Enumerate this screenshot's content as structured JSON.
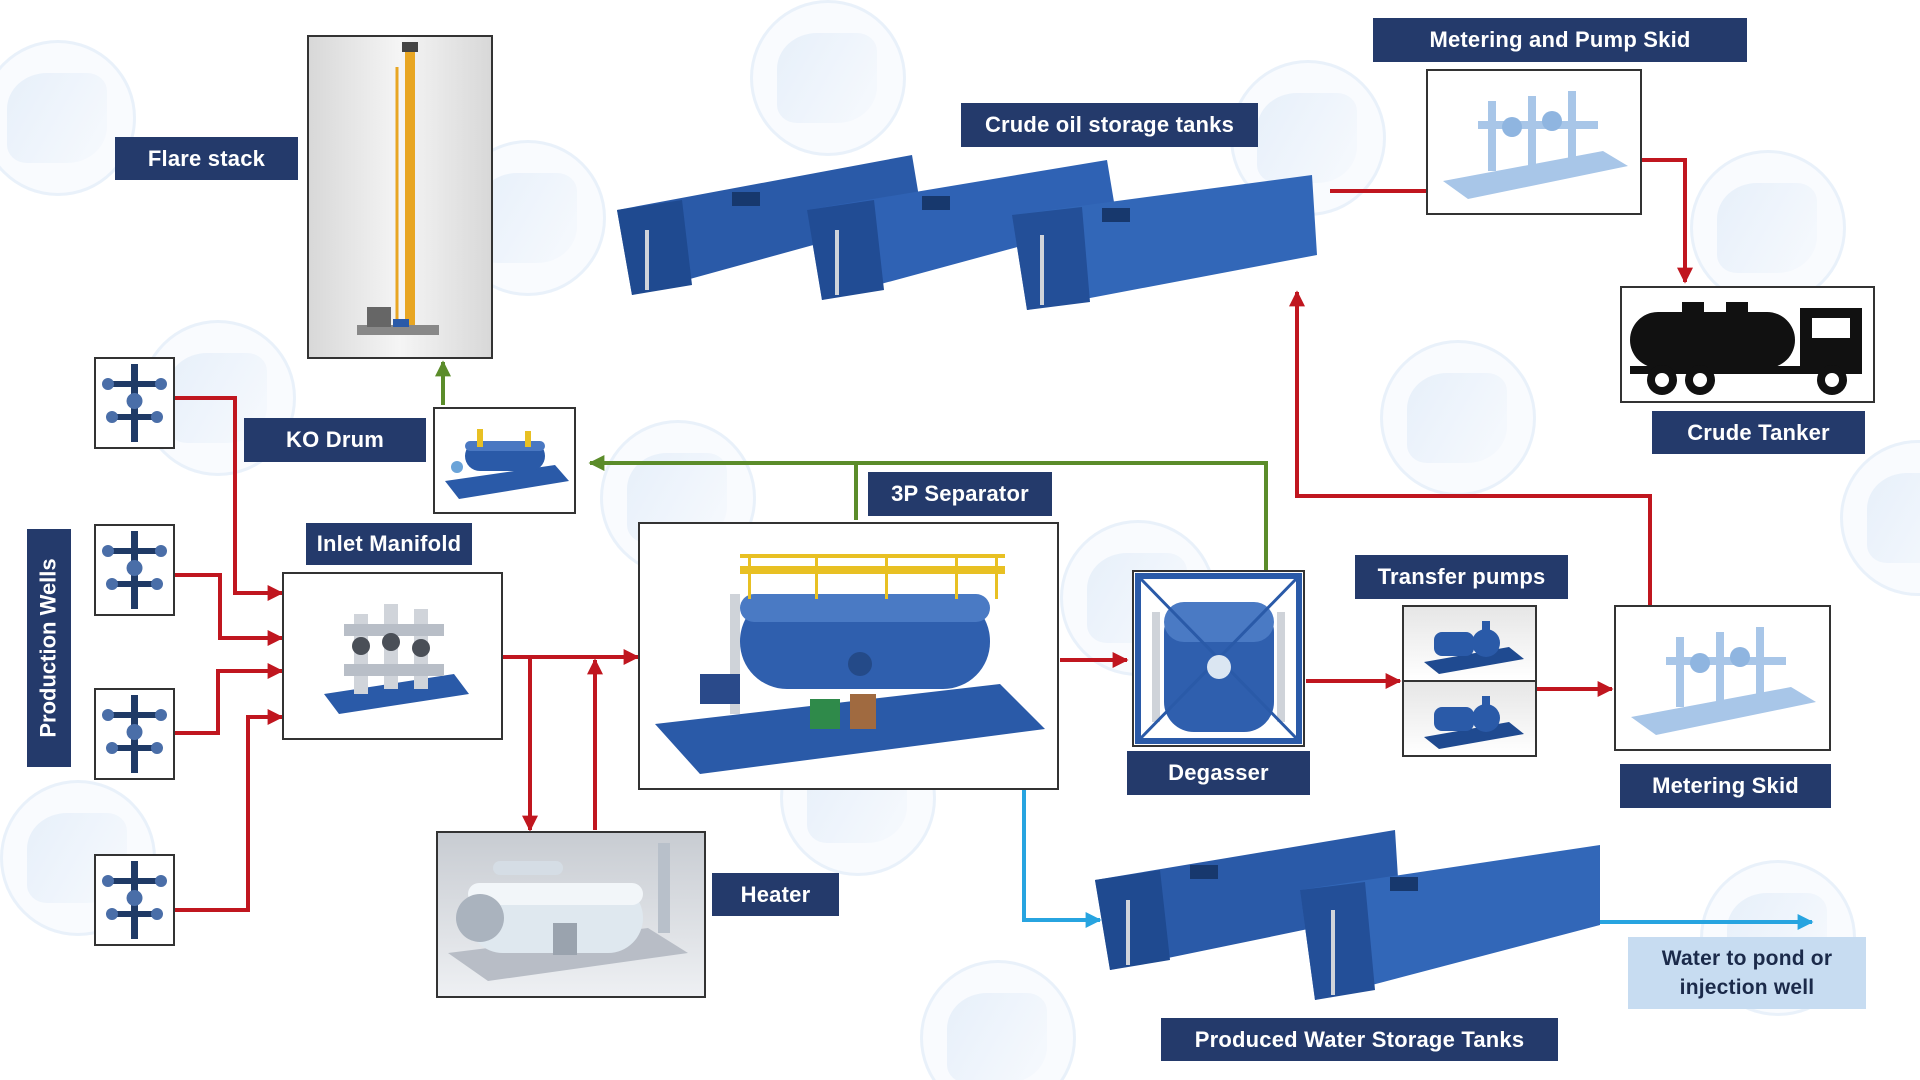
{
  "labels": {
    "flare_stack": "Flare stack",
    "ko_drum": "KO Drum",
    "inlet_manifold": "Inlet Manifold",
    "production_wells": "Production Wells",
    "separator": "3P Separator",
    "heater": "Heater",
    "degasser": "Degasser",
    "crude_oil_tanks": "Crude oil storage tanks",
    "metering_pump_skid": "Metering and Pump Skid",
    "crude_tanker": "Crude Tanker",
    "transfer_pumps": "Transfer pumps",
    "metering_skid": "Metering Skid",
    "produced_water_tanks": "Produced Water Storage Tanks",
    "water_outlet_line1": "Water to pond or",
    "water_outlet_line2": "injection well"
  },
  "colors": {
    "label_bg": "#243a6b",
    "label_text": "#ffffff",
    "oil_line": "#c0161f",
    "gas_line": "#5b8c2a",
    "water_line": "#27a4e0",
    "tank_blue": "#2a5aa8",
    "water_label_bg": "#c7dcf1"
  },
  "icons": [
    "wellhead-icon",
    "flare-stack-icon",
    "ko-drum-icon",
    "manifold-icon",
    "separator-icon",
    "heater-icon",
    "degasser-icon",
    "storage-tank-icon",
    "pump-icon",
    "metering-skid-icon",
    "tanker-truck-icon"
  ]
}
